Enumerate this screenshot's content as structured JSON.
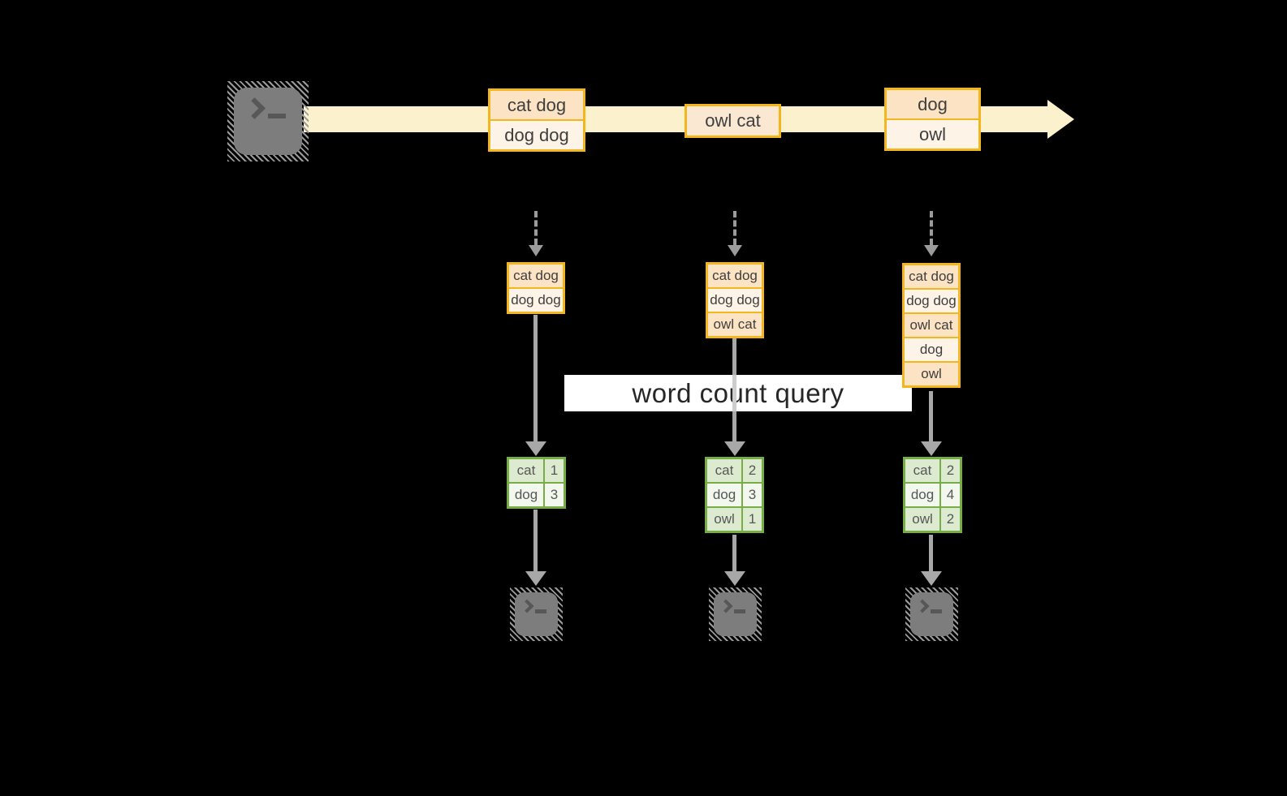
{
  "query": {
    "label": "word count query"
  },
  "stream": {
    "batches": [
      {
        "rows": [
          "cat dog",
          "dog dog"
        ]
      },
      {
        "rows": [
          "owl cat"
        ]
      },
      {
        "rows": [
          "dog",
          "owl"
        ]
      }
    ]
  },
  "columns": [
    {
      "input_rows": [
        "cat dog",
        "dog dog"
      ],
      "counts": [
        {
          "word": "cat",
          "n": "1"
        },
        {
          "word": "dog",
          "n": "3"
        }
      ]
    },
    {
      "input_rows": [
        "cat dog",
        "dog dog",
        "owl cat"
      ],
      "counts": [
        {
          "word": "cat",
          "n": "2"
        },
        {
          "word": "dog",
          "n": "3"
        },
        {
          "word": "owl",
          "n": "1"
        }
      ]
    },
    {
      "input_rows": [
        "cat dog",
        "dog dog",
        "owl cat",
        "dog",
        "owl"
      ],
      "counts": [
        {
          "word": "cat",
          "n": "2"
        },
        {
          "word": "dog",
          "n": "4"
        },
        {
          "word": "owl",
          "n": "2"
        }
      ]
    }
  ],
  "icons": {
    "source_terminal": "terminal-icon",
    "sink_terminals": [
      "terminal-icon",
      "terminal-icon",
      "terminal-icon"
    ]
  },
  "colors": {
    "background": "#000000",
    "stream_band": "#fcf1cd",
    "orange_border": "#f3b61c",
    "orange_fill_dark": "#fbe3c4",
    "orange_fill_light": "#fdf3e7",
    "green_border": "#76ad45",
    "green_fill_tint": "#dcead0",
    "green_fill_light": "#f3f8ee",
    "arrow_grey": "#a8a8a8",
    "terminal_grey": "#7d7d7d",
    "banner_bg": "#ffffff"
  }
}
